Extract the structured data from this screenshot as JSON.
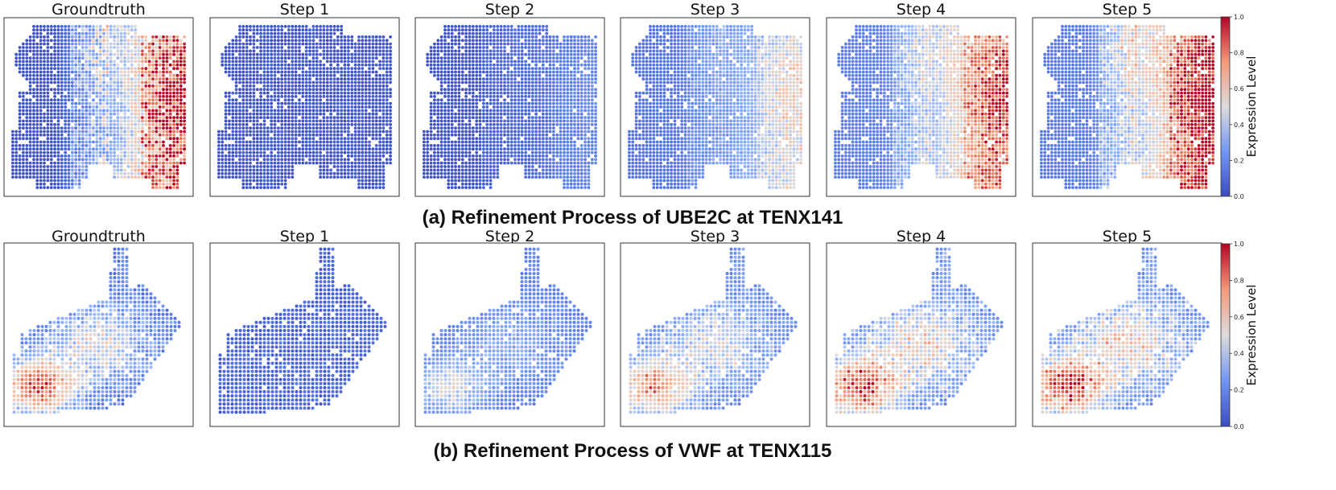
{
  "figure": {
    "rows": [
      {
        "caption": "(a) Refinement Process of UBE2C at TENX141",
        "panels": [
          "Groundtruth",
          "Step 1",
          "Step 2",
          "Step 3",
          "Step 4",
          "Step 5"
        ],
        "colorbar": {
          "label": "Expression Level",
          "ticks": [
            "0.0",
            "0.2",
            "0.4",
            "0.6",
            "0.8",
            "1.0"
          ]
        }
      },
      {
        "caption": "(b) Refinement Process of VWF at TENX115",
        "panels": [
          "Groundtruth",
          "Step 1",
          "Step 2",
          "Step 3",
          "Step 4",
          "Step 5"
        ],
        "colorbar": {
          "label": "Expression Level",
          "ticks": [
            "0.0",
            "0.2",
            "0.4",
            "0.6",
            "0.8",
            "1.0"
          ]
        }
      }
    ]
  },
  "chart_data": [
    {
      "type": "scatter",
      "title": "(a) Refinement Process of UBE2C at TENX141",
      "colormap": "coolwarm",
      "color_range": [
        0.0,
        1.0
      ],
      "colorbar_label": "Expression Level",
      "panels": [
        "Groundtruth",
        "Step 1",
        "Step 2",
        "Step 3",
        "Step 4",
        "Step 5"
      ],
      "mean_expression_by_panel": [
        0.45,
        0.04,
        0.14,
        0.28,
        0.4,
        0.46
      ],
      "colors": {
        "low": "#3b4cc0",
        "mid": "#dddcdc",
        "high": "#b40426"
      }
    },
    {
      "type": "scatter",
      "title": "(b) Refinement Process of VWF at TENX115",
      "colormap": "coolwarm",
      "color_range": [
        0.0,
        1.0
      ],
      "colorbar_label": "Expression Level",
      "panels": [
        "Groundtruth",
        "Step 1",
        "Step 2",
        "Step 3",
        "Step 4",
        "Step 5"
      ],
      "mean_expression_by_panel": [
        0.36,
        0.06,
        0.22,
        0.36,
        0.42,
        0.4
      ],
      "colors": {
        "low": "#3b4cc0",
        "mid": "#dddcdc",
        "high": "#b40426"
      }
    }
  ]
}
